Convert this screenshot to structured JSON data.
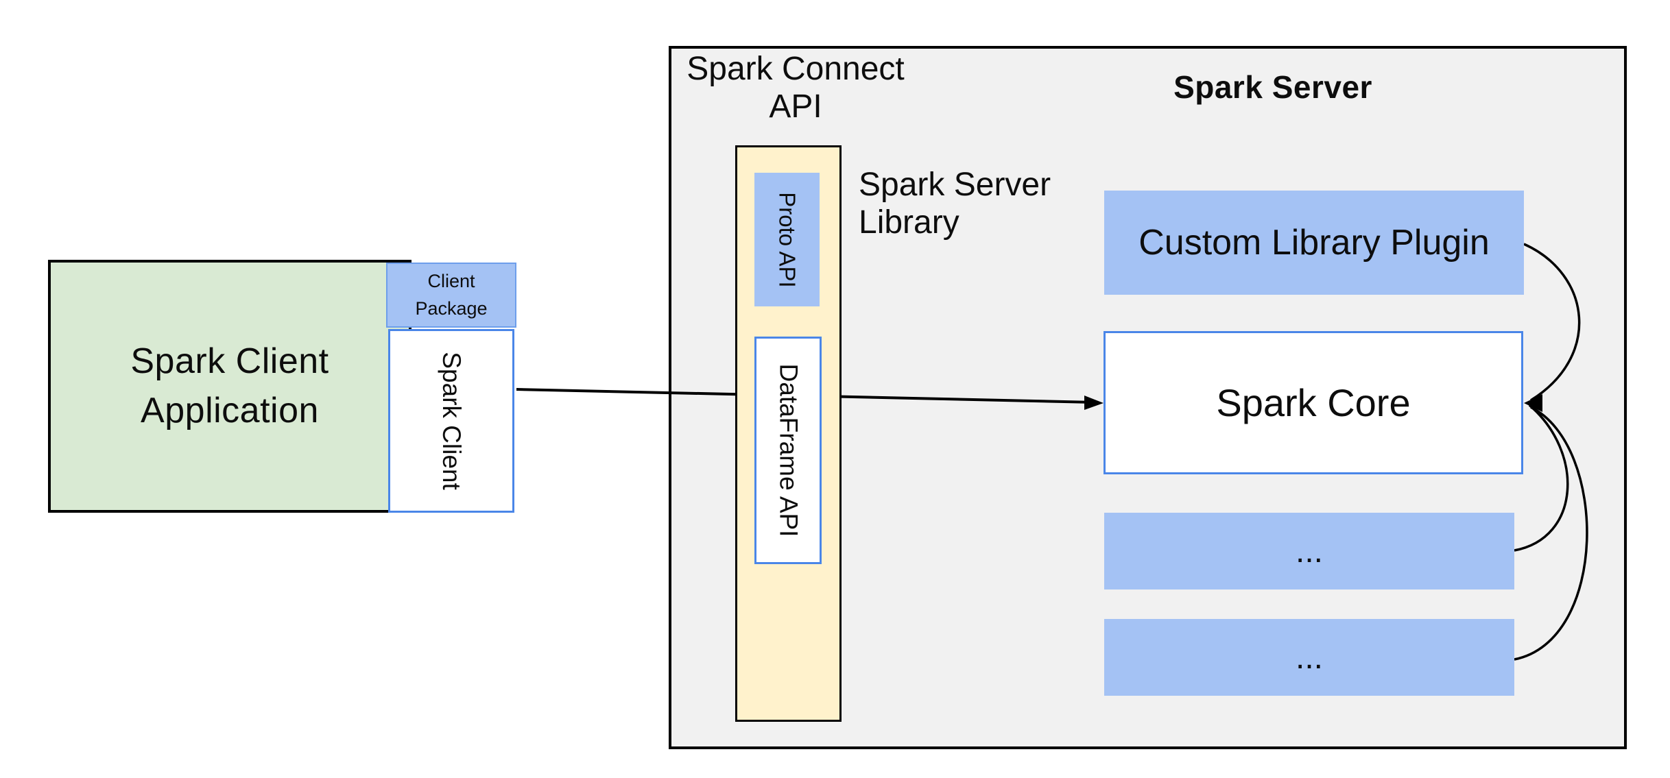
{
  "client": {
    "app_lines": {
      "0": "Spark Client",
      "1": "Application"
    },
    "package_lines": {
      "0": "Client",
      "1": "Package"
    },
    "spark_client_label": "Spark Client"
  },
  "connect": {
    "api_lines": {
      "0": "Spark Connect",
      "1": "API"
    },
    "proto_label": "Proto API",
    "dataframe_label": "DataFrame API",
    "server_library_lines": {
      "0": "Spark Server",
      "1": "Library"
    }
  },
  "server": {
    "title": "Spark Server",
    "plugin_label": "Custom Library Plugin",
    "core_label": "Spark Core",
    "ellipsis_top": "...",
    "ellipsis_bottom": "..."
  },
  "colors": {
    "green_fill": "#d9ead3",
    "blue_fill": "#a4c2f4",
    "yellow_fill": "#fff2cc",
    "gray_fill": "#f1f1f1",
    "blue_border": "#4a86e8",
    "package_border": "#6d9eeb",
    "line_color": "#000000"
  }
}
